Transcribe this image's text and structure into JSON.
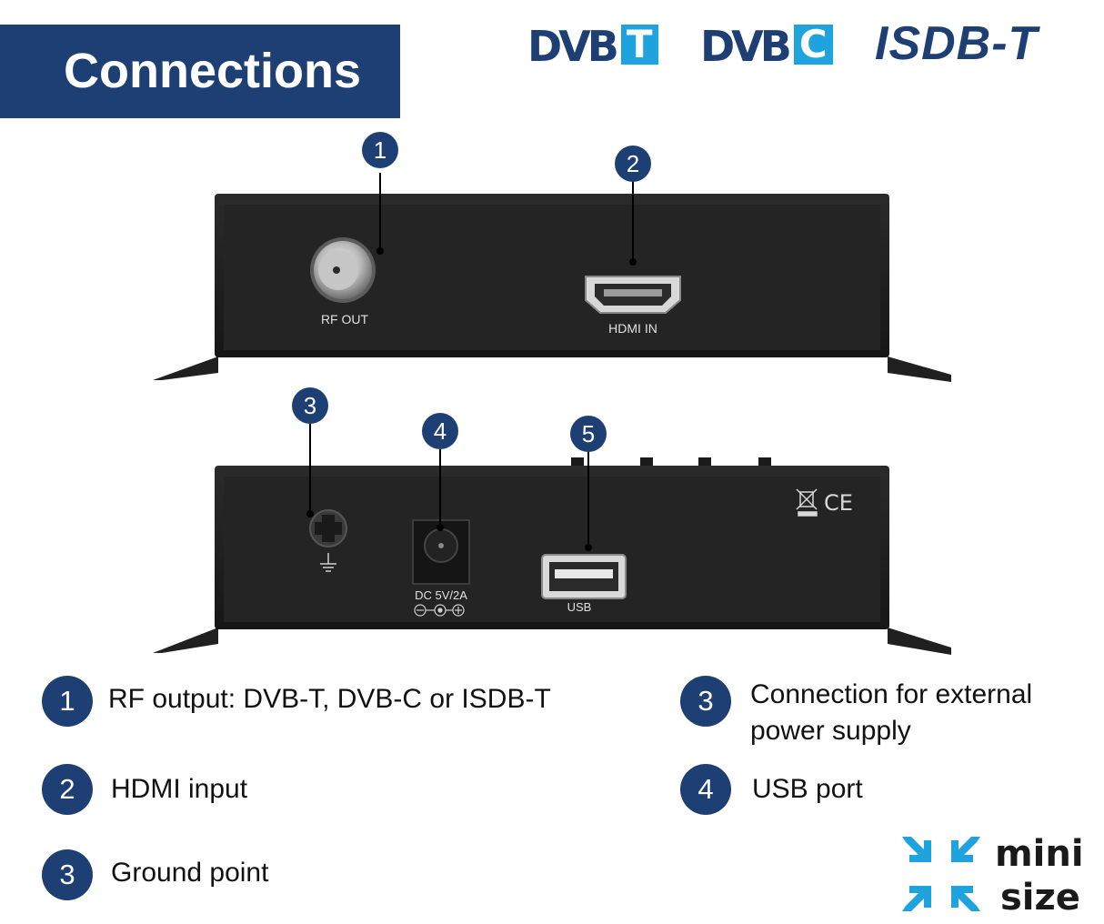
{
  "header": {
    "title": "Connections"
  },
  "logos": {
    "dvbt": {
      "word": "DVB",
      "suffix": "T"
    },
    "dvbc": {
      "word": "DVB",
      "suffix": "C"
    },
    "isdbt": "ISDB-T"
  },
  "device_top": {
    "callouts": [
      "1",
      "2"
    ],
    "port_labels": {
      "rf_out": "RF OUT",
      "hdmi_in": "HDMI IN"
    }
  },
  "device_bottom": {
    "callouts": [
      "3",
      "4",
      "5"
    ],
    "port_labels": {
      "dc": "DC 5V/2A",
      "usb": "USB"
    }
  },
  "legend": [
    {
      "num": "1",
      "text": "RF output: DVB-T, DVB-C or ISDB-T"
    },
    {
      "num": "2",
      "text": "HDMI input"
    },
    {
      "num": "3",
      "text": "Ground point"
    },
    {
      "num": "3",
      "text": "Connection for external power supply"
    },
    {
      "num": "4",
      "text": "USB port"
    }
  ],
  "mini_size": {
    "line1": "mini",
    "line2": "size"
  },
  "colors": {
    "accent": "#1e3f73",
    "logo_box": "#1ea3de",
    "arrow": "#1ea3de",
    "device": "#1c1c1c"
  }
}
